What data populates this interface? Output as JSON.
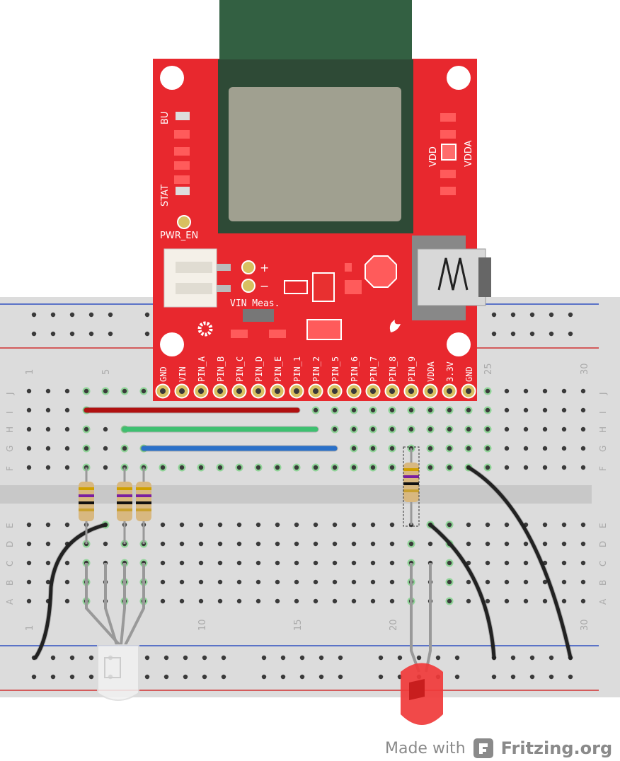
{
  "board": {
    "left_labels": [
      "BU",
      "STAT",
      "PWR_EN"
    ],
    "right_labels": [
      "VDD",
      "VDDA"
    ],
    "vin_label": "VIN Meas.",
    "plus": "+",
    "minus": "−",
    "pins": [
      "GND",
      "VIN",
      "PIN_A",
      "PIN_B",
      "PIN_C",
      "PIN_D",
      "PIN_E",
      "PIN_1",
      "PIN_2",
      "PIN_5",
      "PIN_6",
      "PIN_7",
      "PIN_8",
      "PIN_9",
      "VDDA",
      "3.3V",
      "GND"
    ]
  },
  "breadboard": {
    "col_numbers_top": [
      "1",
      "5",
      "25",
      "30"
    ],
    "col_numbers_bottom": [
      "1",
      "10",
      "15",
      "20",
      "30"
    ],
    "rows_top": [
      "J",
      "I",
      "H",
      "G",
      "F"
    ],
    "rows_bottom": [
      "E",
      "D",
      "C",
      "B",
      "A"
    ]
  },
  "footer": {
    "made_with": "Made with",
    "brand": "Fritzing.org"
  },
  "colors": {
    "board_red": "#e8282e",
    "module_green": "#336042",
    "module_dark": "#2e4a36",
    "shield": "#a0a090",
    "wire_red": "#b01010",
    "wire_green": "#3dc070",
    "wire_blue": "#2a70c8",
    "wire_black": "#222222",
    "led_red": "#f03a3a"
  }
}
